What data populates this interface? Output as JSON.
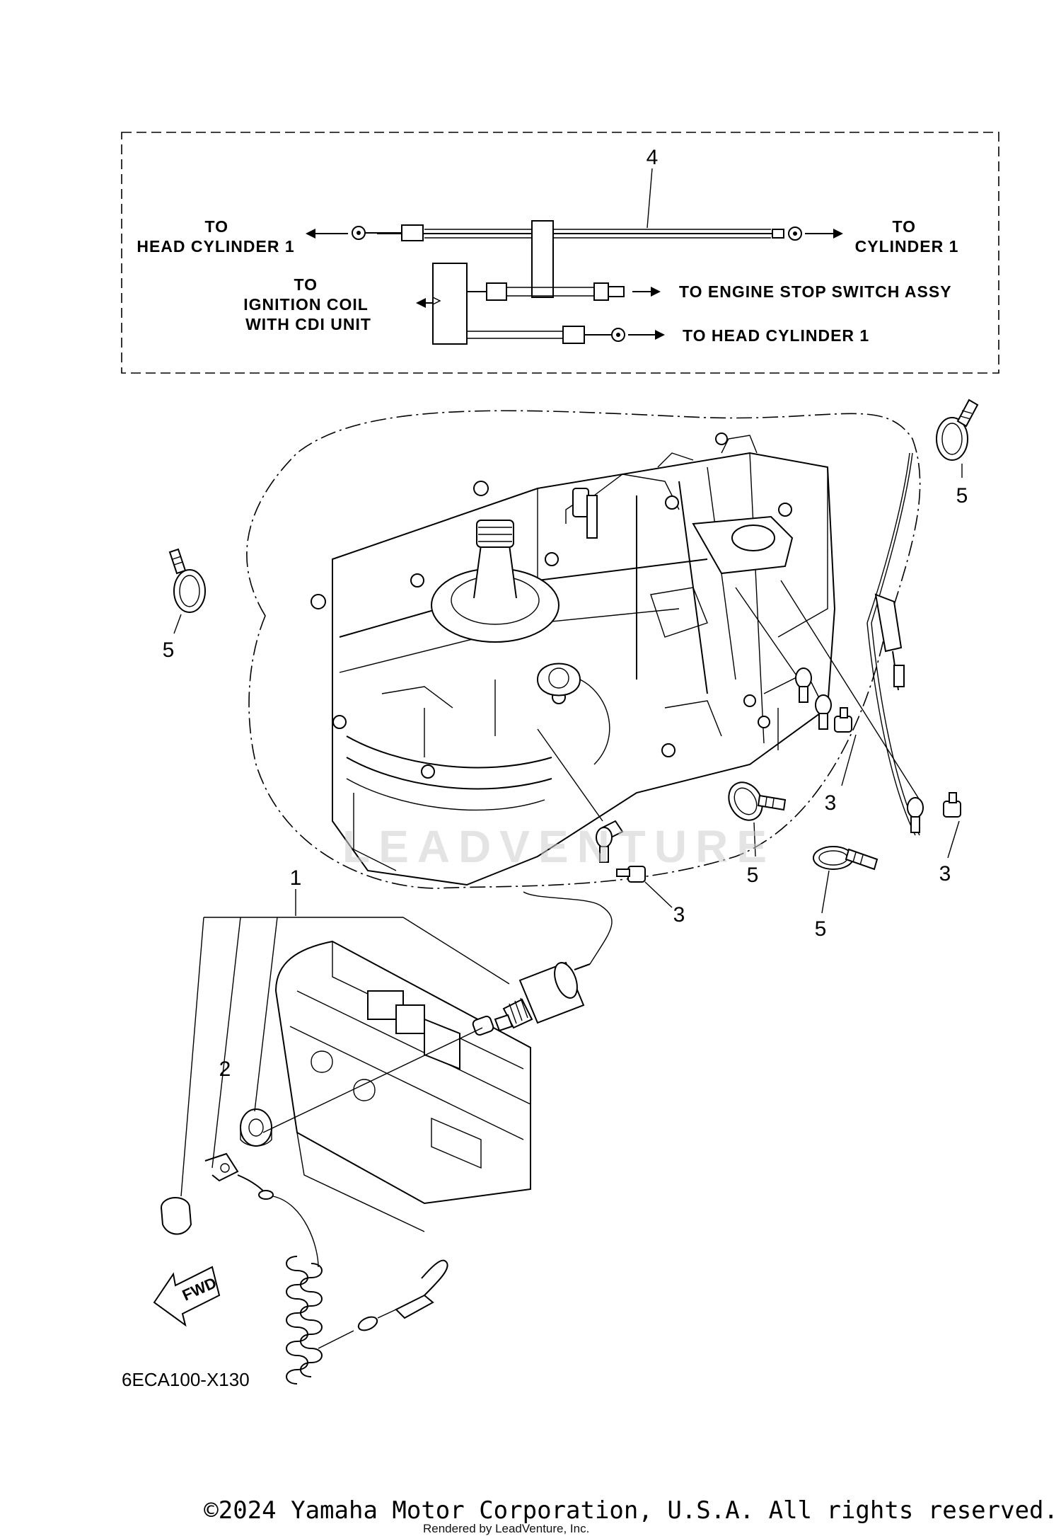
{
  "callouts": {
    "to_head_cylinder_left": [
      "TO",
      "HEAD CYLINDER 1"
    ],
    "to_cylinder_right": [
      "TO",
      "CYLINDER 1"
    ],
    "to_ignition_coil": [
      "TO",
      "IGNITION COIL",
      "WITH CDI UNIT"
    ],
    "to_engine_stop_switch": "TO ENGINE STOP SWITCH ASSY",
    "to_head_cylinder_bottom": "TO HEAD CYLINDER 1"
  },
  "part_numbers": {
    "p4": "4",
    "p5_top_right": "5",
    "p5_left": "5",
    "p3_a": "3",
    "p3_b": "3",
    "p3_c": "3",
    "p5_mid_a": "5",
    "p5_mid_b": "5",
    "p1": "1",
    "p2": "2"
  },
  "fwd_label": "FWD",
  "diagram_code": "6ECA100-X130",
  "watermark_text": "LEADVENTURE",
  "copyright": "©2024 Yamaha Motor Corporation, U.S.A. All rights reserved.",
  "rendered_by": "Rendered by LeadVenture, Inc."
}
